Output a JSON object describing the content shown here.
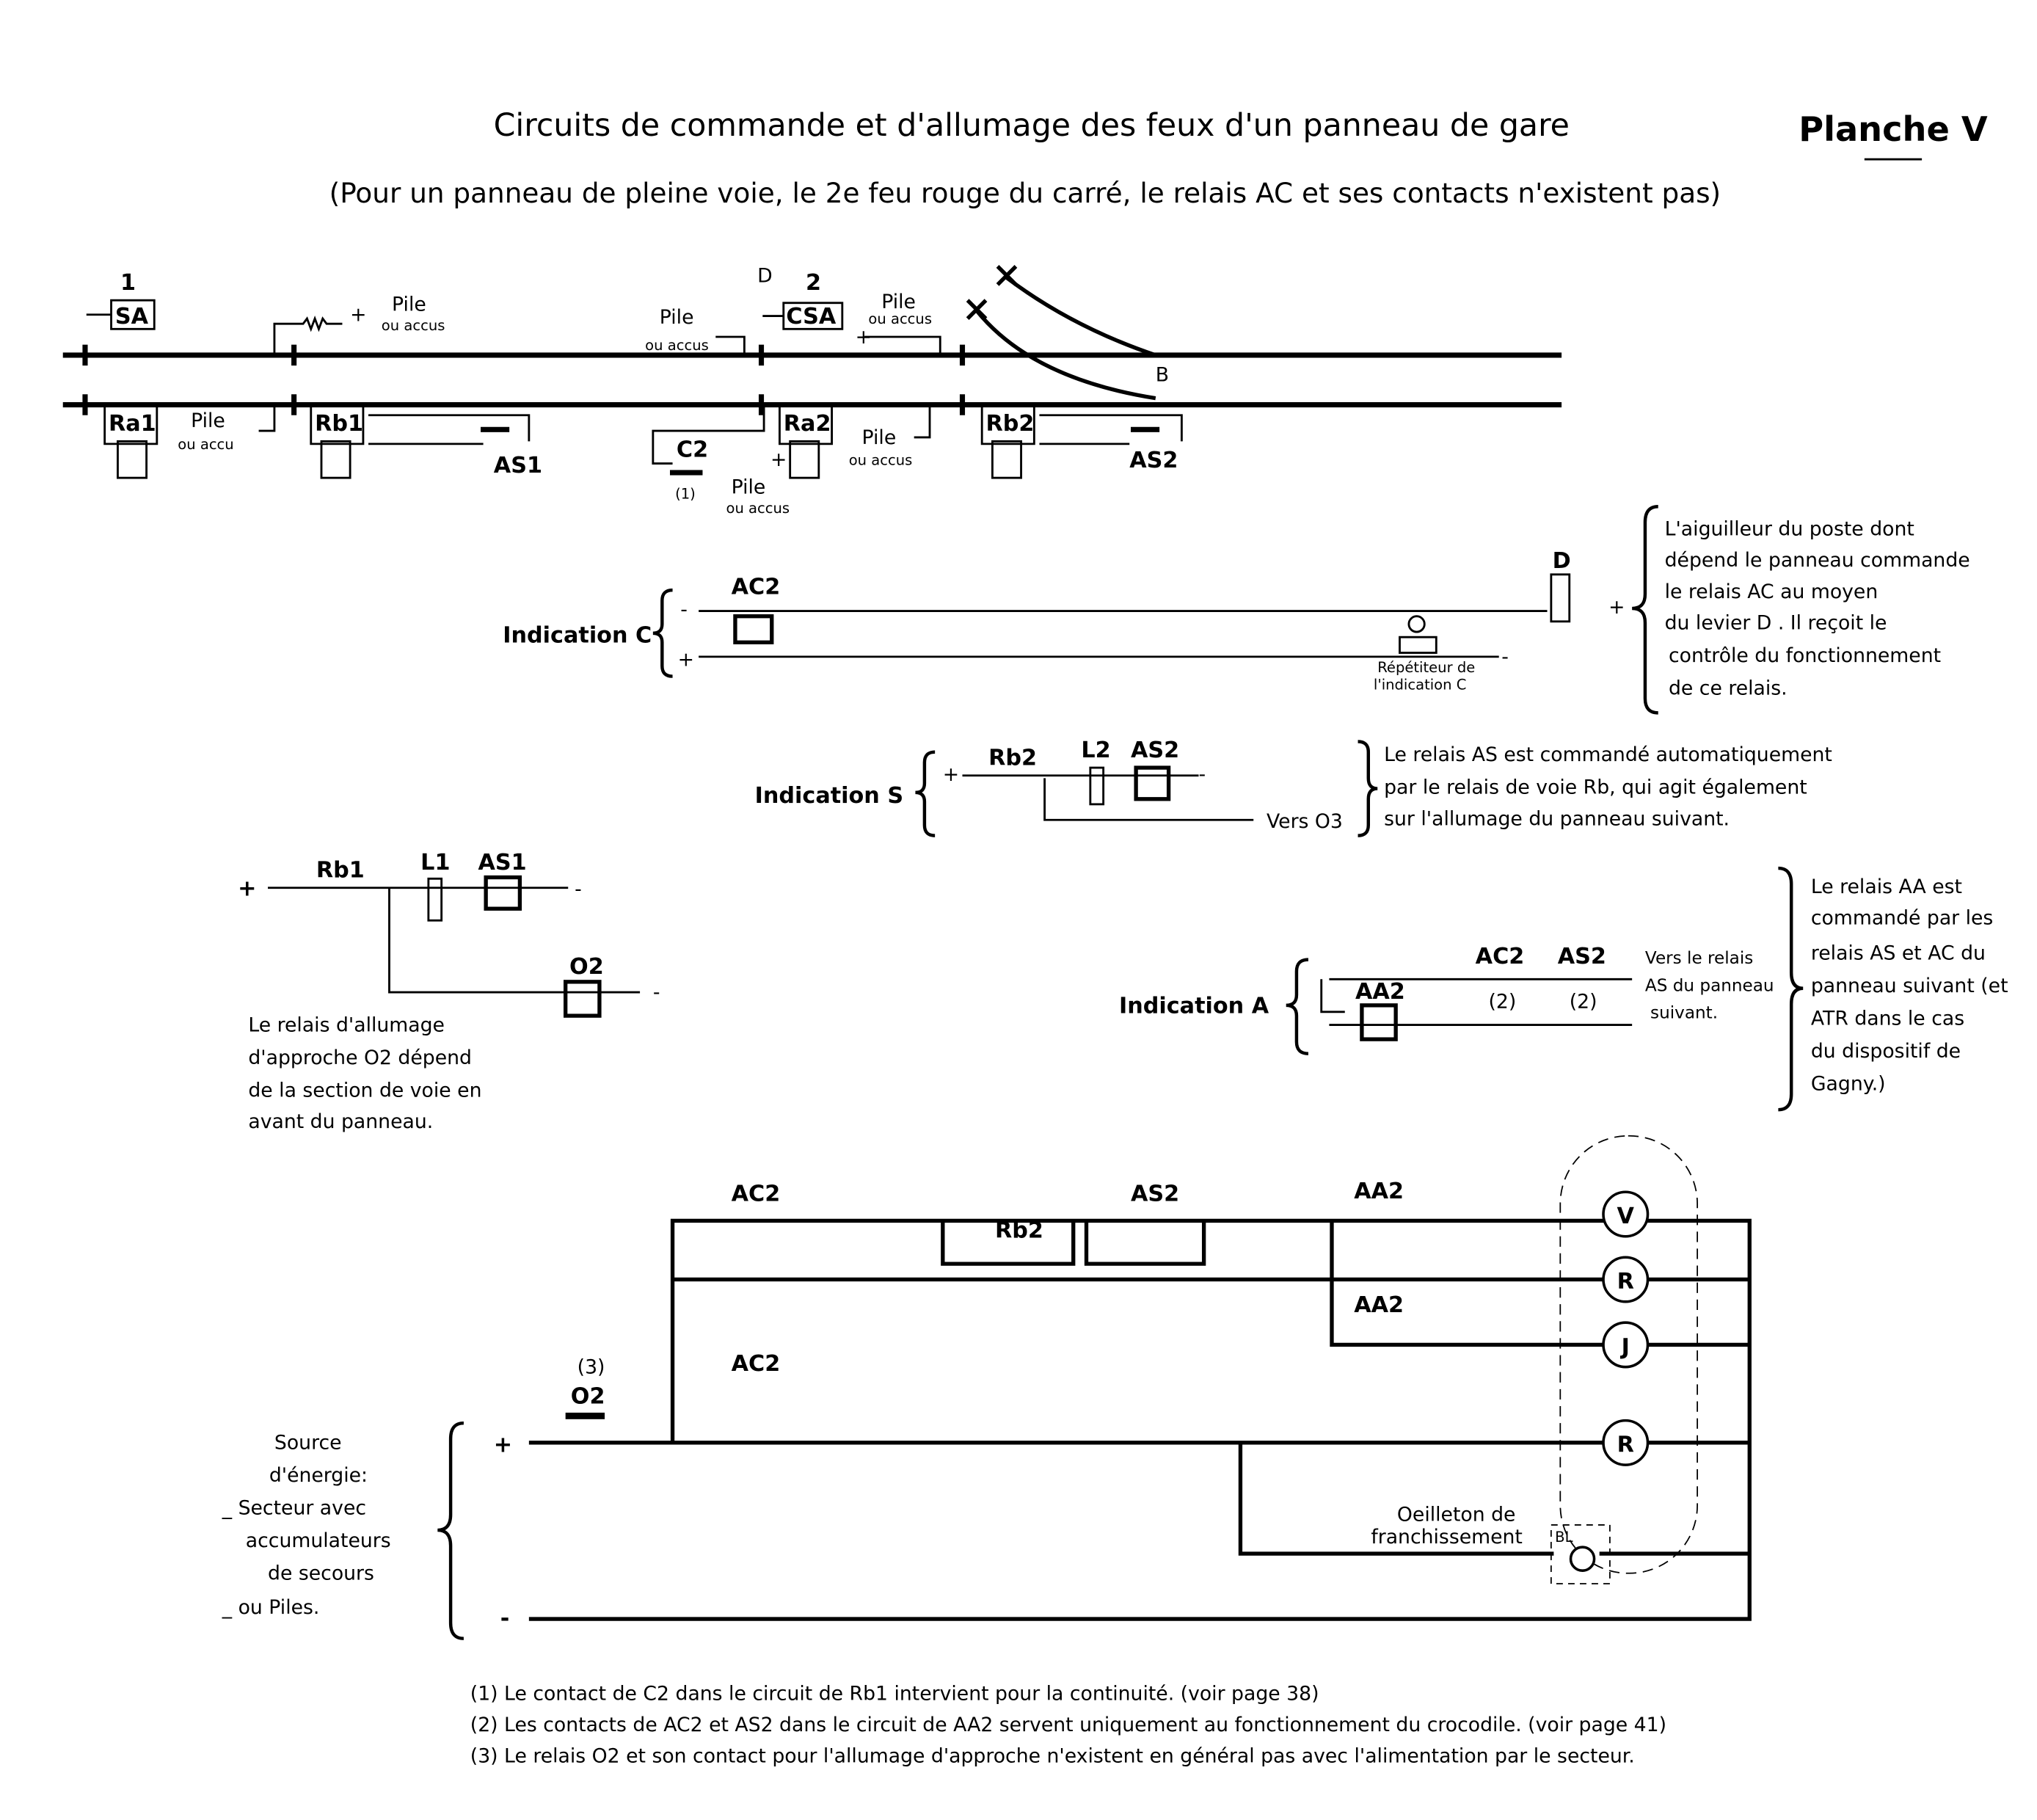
{
  "title": "Circuits de commande et d'allumage des feux d'un panneau de gare",
  "plate": "Planche V",
  "subtitle": "(Pour un panneau de pleine voie, le 2e feu rouge du carré, le relais AC et ses contacts n'existent pas)",
  "track": {
    "signal1_num": "1",
    "signal1": "SA",
    "signal2_num": "2",
    "signal2": "CSA",
    "lever_d": "D",
    "switch_b": "B",
    "pile": "Pile",
    "accus": "ou accus",
    "accu": "ou accu",
    "plus": "+",
    "minus": "-",
    "relays": [
      "Ra1",
      "Rb1",
      "Ra2",
      "Rb2"
    ],
    "as1": "AS1",
    "as2": "AS2",
    "c2": "C2",
    "note1": "(1)"
  },
  "indication_c": {
    "label": "Indication C",
    "ac2": "AC2",
    "d": "D",
    "repeater": "Répétiteur de",
    "repeater2": "l'indication C",
    "note": [
      "L'aiguilleur du poste dont",
      "dépend le panneau commande",
      "le relais AC au moyen",
      "du levier D . Il reçoit le",
      "contrôle du fonctionnement",
      "de ce relais."
    ]
  },
  "indication_s": {
    "label": "Indication S",
    "rb2": "Rb2",
    "l2": "L2",
    "as2": "AS2",
    "vers": "Vers O3",
    "note": [
      "Le relais AS est commandé automatiquement",
      "par le relais de voie Rb, qui agit également",
      "sur l'allumage du panneau suivant."
    ]
  },
  "approach": {
    "rb1": "Rb1",
    "l1": "L1",
    "as1": "AS1",
    "o2": "O2",
    "note": [
      "Le relais d'allumage",
      "d'approche O2 dépend",
      "de la section de voie en",
      "avant du panneau."
    ]
  },
  "indication_a": {
    "label": "Indication A",
    "aa2": "AA2",
    "ac2": "AC2",
    "as2": "AS2",
    "n2": "(2)",
    "vers": [
      "Vers le relais",
      "AS du panneau",
      "suivant."
    ],
    "note": [
      "Le relais AA est",
      "commandé par les",
      "relais AS et AC du",
      "panneau suivant (et",
      "ATR dans le cas",
      "du dispositif de",
      "Gagny.)"
    ]
  },
  "lighting": {
    "ac2": "AC2",
    "rb2": "Rb2",
    "as2": "AS2",
    "aa2": "AA2",
    "o2": "O2",
    "n3": "(3)",
    "lamps": [
      "V",
      "R",
      "J",
      "R"
    ],
    "oeilleton": [
      "Oeilleton de",
      "franchissement"
    ],
    "bl": "BL",
    "source": [
      "Source",
      "d'énergie:",
      "_ Secteur avec",
      "accumulateurs",
      "de secours",
      "_ ou Piles."
    ]
  },
  "footnotes": [
    "(1) Le contact de C2 dans le circuit de Rb1 intervient pour la continuité. (voir page 38)",
    "(2) Les contacts de AC2 et AS2 dans le circuit de AA2 servent uniquement au fonctionnement du crocodile. (voir page 41)",
    "(3) Le relais O2 et son contact pour l'allumage d'approche n'existent en général pas avec l'alimentation par le secteur."
  ]
}
